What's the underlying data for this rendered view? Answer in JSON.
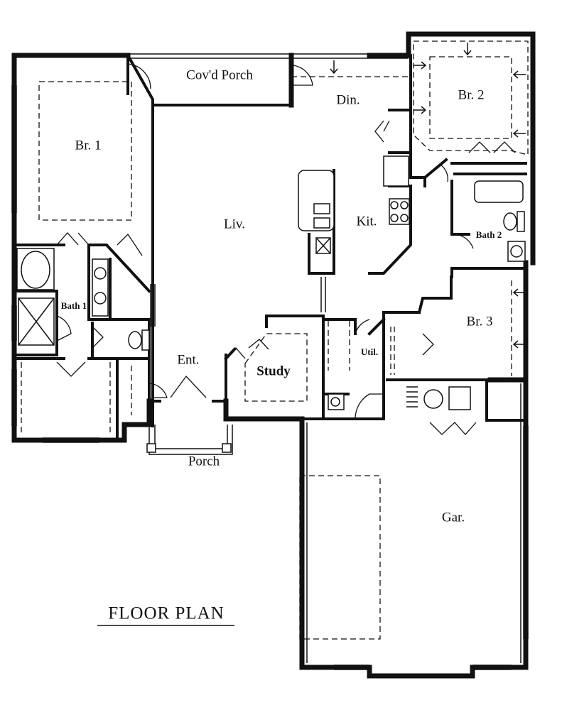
{
  "title": "FLOOR PLAN",
  "rooms": {
    "covered_porch": "Cov'd Porch",
    "dining": "Din.",
    "bedroom_2": "Br. 2",
    "bedroom_1": "Br. 1",
    "living": "Liv.",
    "kitchen": "Kit.",
    "bath_2": "Bath 2",
    "bath_1": "Bath 1",
    "bedroom_3": "Br. 3",
    "entry": "Ent.",
    "study": "Study",
    "utility": "Util.",
    "porch": "Porch",
    "garage": "Gar."
  }
}
